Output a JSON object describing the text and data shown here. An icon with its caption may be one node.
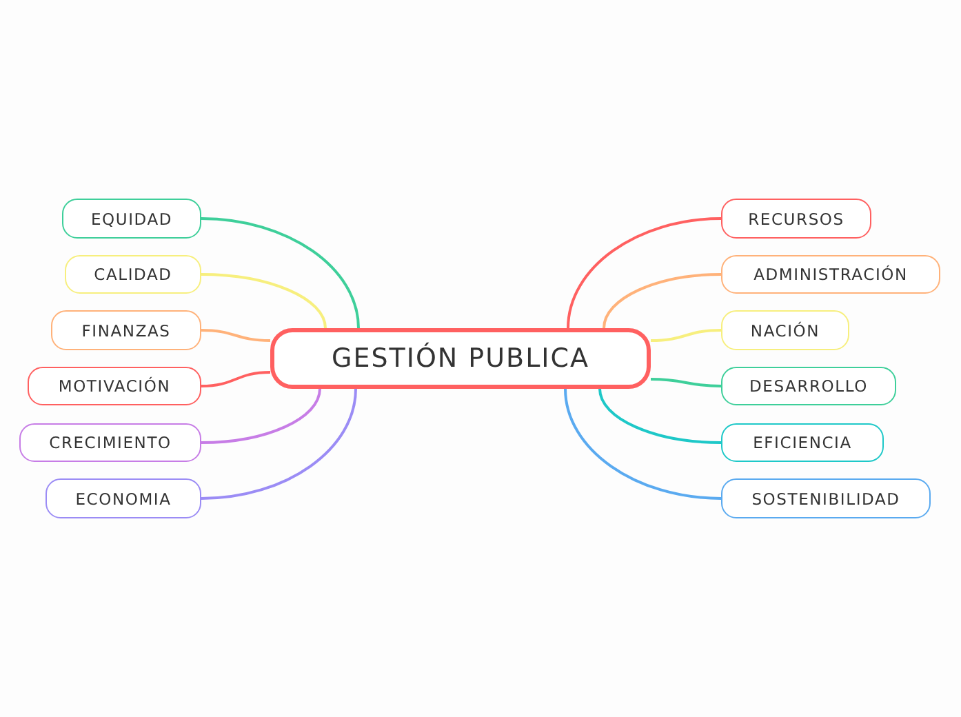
{
  "diagram": {
    "nodes": [
      {
        "text": [
          "GESTIÓN PUBLICA"
        ]
      },
      {
        "text": [
          "EQUIDAD"
        ]
      },
      {
        "text": [
          "CALIDAD"
        ]
      },
      {
        "text": [
          "FINANZAS"
        ]
      },
      {
        "text": [
          "MOTIVACIÓN"
        ]
      },
      {
        "text": [
          "CRECIMIENTO"
        ]
      },
      {
        "text": [
          "ECONOMIA"
        ]
      },
      {
        "text": [
          "RECURSOS"
        ]
      },
      {
        "text": [
          "ADMINISTRACIÓN"
        ]
      },
      {
        "text": [
          "NACIÓN"
        ]
      },
      {
        "text": [
          "DESARROLLO"
        ]
      },
      {
        "text": [
          "EFICIENCIA"
        ]
      },
      {
        "text": [
          "SOSTENIBILIDAD"
        ]
      }
    ],
    "edges": [
      {
        "from": 0,
        "to": 1,
        "arrow": "none",
        "color": "#3ecf9a"
      },
      {
        "from": 0,
        "to": 2,
        "arrow": "none",
        "color": "#f7ef7e"
      },
      {
        "from": 0,
        "to": 3,
        "arrow": "none",
        "color": "#ffb27a"
      },
      {
        "from": 0,
        "to": 4,
        "arrow": "none",
        "color": "#ff6060"
      },
      {
        "from": 0,
        "to": 5,
        "arrow": "none",
        "color": "#c77de6"
      },
      {
        "from": 0,
        "to": 6,
        "arrow": "none",
        "color": "#9b8cf5"
      },
      {
        "from": 0,
        "to": 7,
        "arrow": "none",
        "color": "#ff6060"
      },
      {
        "from": 0,
        "to": 8,
        "arrow": "none",
        "color": "#ffb27a"
      },
      {
        "from": 0,
        "to": 9,
        "arrow": "none",
        "color": "#f7ef7e"
      },
      {
        "from": 0,
        "to": 10,
        "arrow": "none",
        "color": "#3ecf9a"
      },
      {
        "from": 0,
        "to": 11,
        "arrow": "none",
        "color": "#1ec8c8"
      },
      {
        "from": 0,
        "to": 12,
        "arrow": "none",
        "color": "#5aaaf0"
      }
    ]
  }
}
